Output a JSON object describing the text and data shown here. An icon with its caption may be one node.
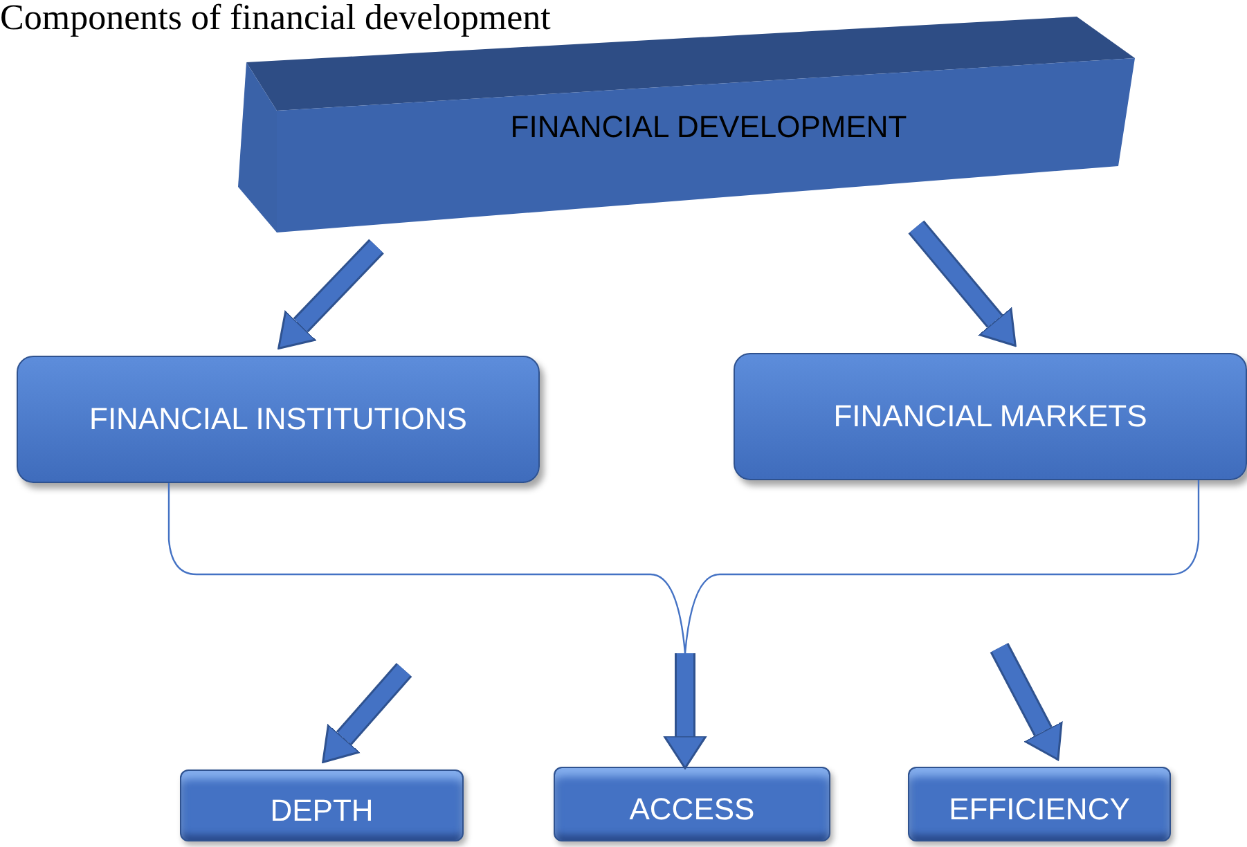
{
  "diagram": {
    "title": "Components of financial development",
    "nodes": [
      {
        "text": [
          "FINANCIAL DEVELOPMENT"
        ]
      },
      {
        "text": [
          "FINANCIAL INSTITUTIONS"
        ]
      },
      {
        "text": [
          "FINANCIAL MARKETS"
        ]
      },
      {
        "text": [
          "DEPTH"
        ]
      },
      {
        "text": [
          "ACCESS"
        ]
      },
      {
        "text": [
          "EFFICIENCY"
        ]
      }
    ],
    "edges": [
      {
        "from": 0,
        "to": 1,
        "arrow": "to"
      },
      {
        "from": 0,
        "to": 2,
        "arrow": "to"
      },
      {
        "from": 1,
        "to": 4,
        "arrow": "to"
      },
      {
        "from": 2,
        "to": 4,
        "arrow": "to"
      },
      {
        "from": null,
        "to": 3,
        "arrow": "to"
      },
      {
        "from": null,
        "to": 5,
        "arrow": "to"
      }
    ]
  }
}
